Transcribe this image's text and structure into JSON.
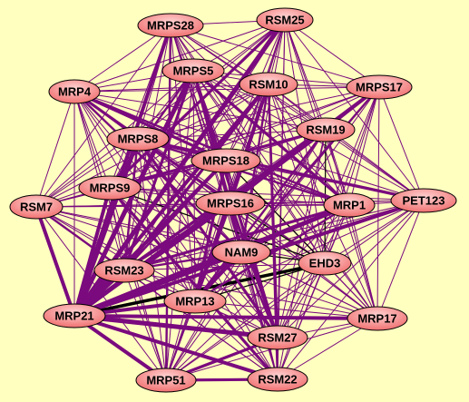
{
  "colors": {
    "background": "#ffffc0",
    "edge": "#7a0a7e",
    "edge_dark": "#000000",
    "node_fill_light": "#ffc6c6",
    "node_fill_dark": "#f07070",
    "node_stroke": "#000000"
  },
  "nodes": [
    {
      "id": "MRPS28",
      "label": "MRPS28"
    },
    {
      "id": "RSM25",
      "label": "RSM25"
    },
    {
      "id": "MRPS5",
      "label": "MRPS5"
    },
    {
      "id": "RSM10",
      "label": "RSM10"
    },
    {
      "id": "MRPS17",
      "label": "MRPS17"
    },
    {
      "id": "MRP4",
      "label": "MRP4"
    },
    {
      "id": "RSM19",
      "label": "RSM19"
    },
    {
      "id": "MRPS8",
      "label": "MRPS8"
    },
    {
      "id": "MRPS18",
      "label": "MRPS18"
    },
    {
      "id": "MRPS9",
      "label": "MRPS9"
    },
    {
      "id": "RSM7",
      "label": "RSM7"
    },
    {
      "id": "MRPS16",
      "label": "MRPS16"
    },
    {
      "id": "MRP1",
      "label": "MRP1"
    },
    {
      "id": "PET123",
      "label": "PET123"
    },
    {
      "id": "NAM9",
      "label": "NAM9"
    },
    {
      "id": "EHD3",
      "label": "EHD3"
    },
    {
      "id": "RSM23",
      "label": "RSM23"
    },
    {
      "id": "MRP13",
      "label": "MRP13"
    },
    {
      "id": "MRP21",
      "label": "MRP21"
    },
    {
      "id": "MRP17",
      "label": "MRP17"
    },
    {
      "id": "RSM27",
      "label": "RSM27"
    },
    {
      "id": "MRP51",
      "label": "MRP51"
    },
    {
      "id": "RSM22",
      "label": "RSM22"
    }
  ],
  "heavy_edges": [
    [
      "MRP21",
      "MRPS5"
    ],
    [
      "MRP21",
      "RSM10"
    ],
    [
      "MRP21",
      "MRPS18"
    ],
    [
      "MRP21",
      "RSM19"
    ],
    [
      "MRP21",
      "MRPS17"
    ],
    [
      "MRP21",
      "MRPS16"
    ],
    [
      "MRP21",
      "MRPS8"
    ],
    [
      "MRP21",
      "MRPS9"
    ],
    [
      "MRP21",
      "RSM7"
    ],
    [
      "MRP21",
      "NAM9"
    ],
    [
      "MRP21",
      "MRP13"
    ],
    [
      "MRP21",
      "RSM23"
    ],
    [
      "MRP21",
      "RSM27"
    ],
    [
      "MRP21",
      "RSM22"
    ],
    [
      "MRP21",
      "MRP51"
    ],
    [
      "MRP21",
      "MRP1"
    ],
    [
      "MRP21",
      "PET123"
    ],
    [
      "MRP21",
      "MRPS28"
    ],
    [
      "MRP21",
      "RSM25"
    ],
    [
      "MRP21",
      "MRP17"
    ],
    [
      "RSM23",
      "MRPS5"
    ],
    [
      "RSM23",
      "MRPS8"
    ],
    [
      "RSM23",
      "RSM10"
    ],
    [
      "RSM23",
      "MRPS18"
    ],
    [
      "RSM23",
      "RSM19"
    ],
    [
      "RSM23",
      "MRPS16"
    ],
    [
      "RSM23",
      "MRP1"
    ],
    [
      "RSM23",
      "NAM9"
    ],
    [
      "MRP13",
      "MRPS18"
    ],
    [
      "MRP13",
      "RSM19"
    ],
    [
      "MRP13",
      "MRPS16"
    ],
    [
      "MRP13",
      "MRPS17"
    ],
    [
      "MRP13",
      "NAM9"
    ],
    [
      "MRP13",
      "MRP1"
    ],
    [
      "RSM27",
      "MRPS16"
    ],
    [
      "RSM27",
      "RSM10"
    ],
    [
      "RSM27",
      "MRPS8"
    ],
    [
      "RSM27",
      "NAM9"
    ],
    [
      "MRPS9",
      "RSM19"
    ],
    [
      "MRPS9",
      "MRPS5"
    ],
    [
      "MRPS9",
      "RSM25"
    ],
    [
      "MRPS16",
      "RSM19"
    ],
    [
      "MRPS16",
      "MRPS17"
    ],
    [
      "MRPS16",
      "MRPS5"
    ],
    [
      "MRPS16",
      "RSM10"
    ],
    [
      "MRPS8",
      "MRPS18"
    ],
    [
      "MRPS8",
      "PET123"
    ],
    [
      "MRPS8",
      "MRP1"
    ],
    [
      "MRP4",
      "MRPS18"
    ],
    [
      "MRP4",
      "MRP1"
    ],
    [
      "MRP4",
      "MRPS16"
    ],
    [
      "MRP4",
      "NAM9"
    ],
    [
      "MRPS5",
      "MRP1"
    ],
    [
      "MRPS5",
      "NAM9"
    ],
    [
      "MRPS5",
      "RSM27"
    ],
    [
      "RSM10",
      "NAM9"
    ],
    [
      "RSM10",
      "MRP13"
    ],
    [
      "RSM7",
      "RSM23"
    ],
    [
      "MRP51",
      "RSM22"
    ],
    [
      "MRP51",
      "MRPS28"
    ],
    [
      "MRP51",
      "RSM27"
    ],
    [
      "RSM22",
      "RSM10"
    ],
    [
      "RSM22",
      "MRPS9"
    ]
  ],
  "dark_edges": [
    [
      "MRP21",
      "EHD3"
    ],
    [
      "MRP13",
      "EHD3"
    ],
    [
      "NAM9",
      "EHD3"
    ],
    [
      "MRPS16",
      "EHD3"
    ],
    [
      "MRPS9",
      "EHD3"
    ],
    [
      "MRPS18",
      "EHD3"
    ],
    [
      "RSM19",
      "EHD3"
    ]
  ]
}
